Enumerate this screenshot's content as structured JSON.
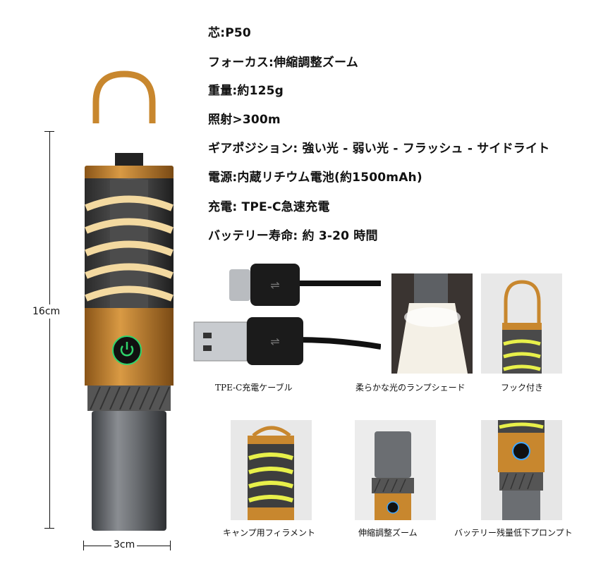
{
  "specs": [
    "芯:P50",
    "フォーカス:伸縮調整ズーム",
    "重量:約125g",
    "照射>300m",
    "ギアポジション: 強い光 - 弱い光 - フラッシュ - サイドライト",
    "電源:内蔵リチウム電池(約1500mAh)",
    "充電: TPE-C急速充電",
    "バッテリー寿命: 約 3-20 時間"
  ],
  "dimensions": {
    "height": "16cm",
    "width": "3cm"
  },
  "captions": {
    "cable": "TPE-C充電ケーブル",
    "lampshade": "柔らかな光のランプシェード",
    "hook": "フック付き",
    "filament": "キャンプ用フィラメント",
    "zoom": "伸縮調整ズーム",
    "battery": "バッテリー残量低下プロンプト"
  },
  "colors": {
    "accent": "#c8872e",
    "filament": "#f3d9a0",
    "body": "#6b6e72",
    "button_ring": "#2fd36b"
  }
}
